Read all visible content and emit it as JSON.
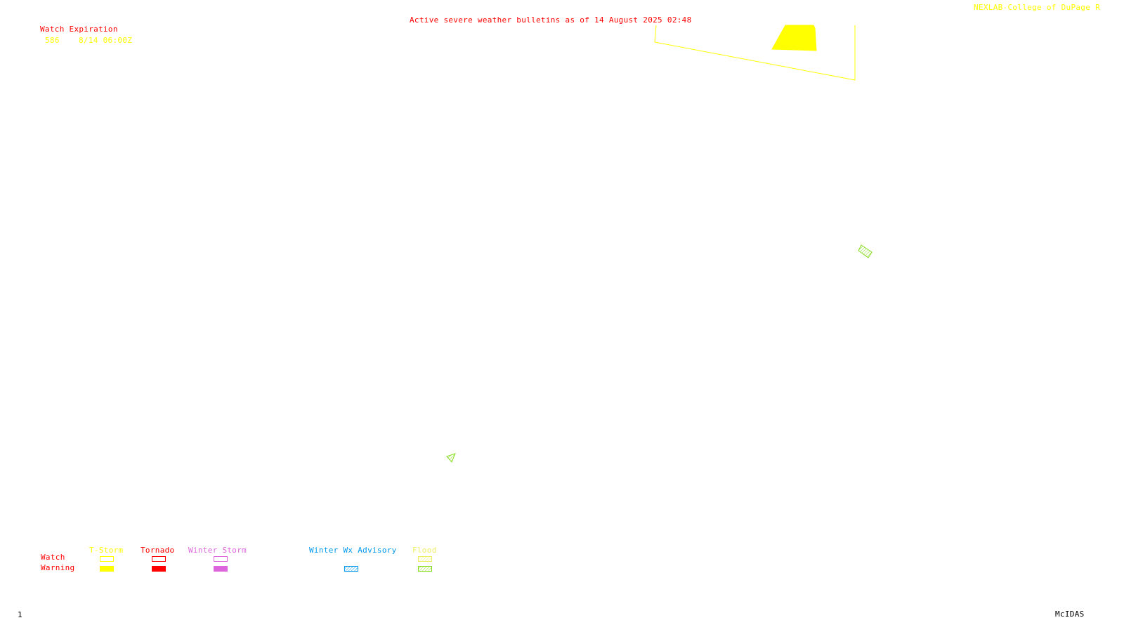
{
  "header": {
    "title": "Active severe weather bulletins as of 14 August 2025 02:48",
    "credit": "NEXLAB-College of DuPage R"
  },
  "watch_list": {
    "heading": "Watch Expiration",
    "entries": [
      {
        "id": "586",
        "expiration": "8/14 06:00Z"
      }
    ]
  },
  "legend": {
    "row_labels": {
      "watch": "Watch",
      "warning": "Warning"
    },
    "columns": [
      {
        "label": "T-Storm",
        "color": "#ffff00",
        "watch_style": "outline",
        "warning_style": "solid"
      },
      {
        "label": "Tornado",
        "color": "#ff0000",
        "watch_style": "outline",
        "warning_style": "solid"
      },
      {
        "label": "Winter Storm",
        "color": "#dd66dd",
        "watch_style": "outline",
        "warning_style": "solid"
      },
      {
        "label": "Winter Wx Advisory",
        "color": "#0099ee",
        "watch_style": "none",
        "warning_style": "hatched"
      },
      {
        "label": "Flood",
        "color": "#88dd22",
        "watch_style": "hatched",
        "warning_style": "hatched",
        "watch_color": "#eeee66",
        "label_color": "#eeee66"
      }
    ]
  },
  "footer": {
    "frame_number": "1",
    "software": "McIDAS"
  },
  "colors": {
    "title": "#ff0000",
    "credit": "#ffff00",
    "watch_entry": "#ffff00",
    "tstorm_watch_polygon": "#ffff00",
    "tstorm_warning_polygon": "#ffff00",
    "flood_warning_polygon": "#88dd22"
  }
}
